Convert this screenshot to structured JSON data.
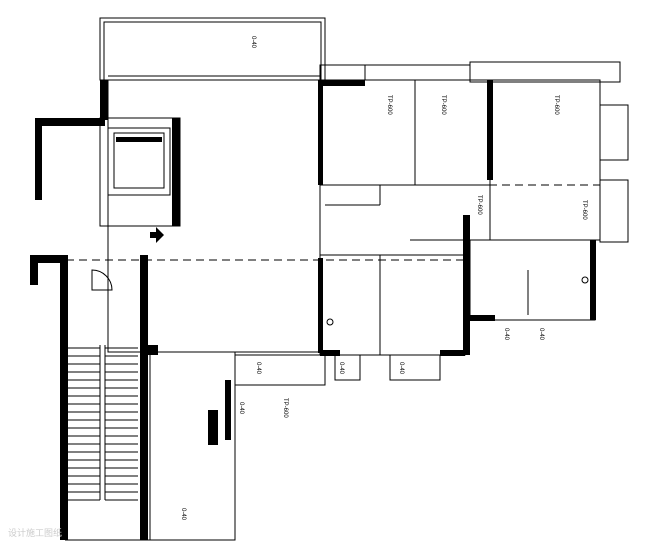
{
  "plan": {
    "vertical_labels": [
      "TP-600",
      "TP-600",
      "TP-600",
      "TP-600",
      "TP-600",
      "TP-600"
    ],
    "level_tags": [
      "0-40",
      "0-40",
      "0-40",
      "0-40",
      "0-40",
      "0-40",
      "0-40",
      "0-40"
    ],
    "watermark": "设计施工图纸"
  }
}
